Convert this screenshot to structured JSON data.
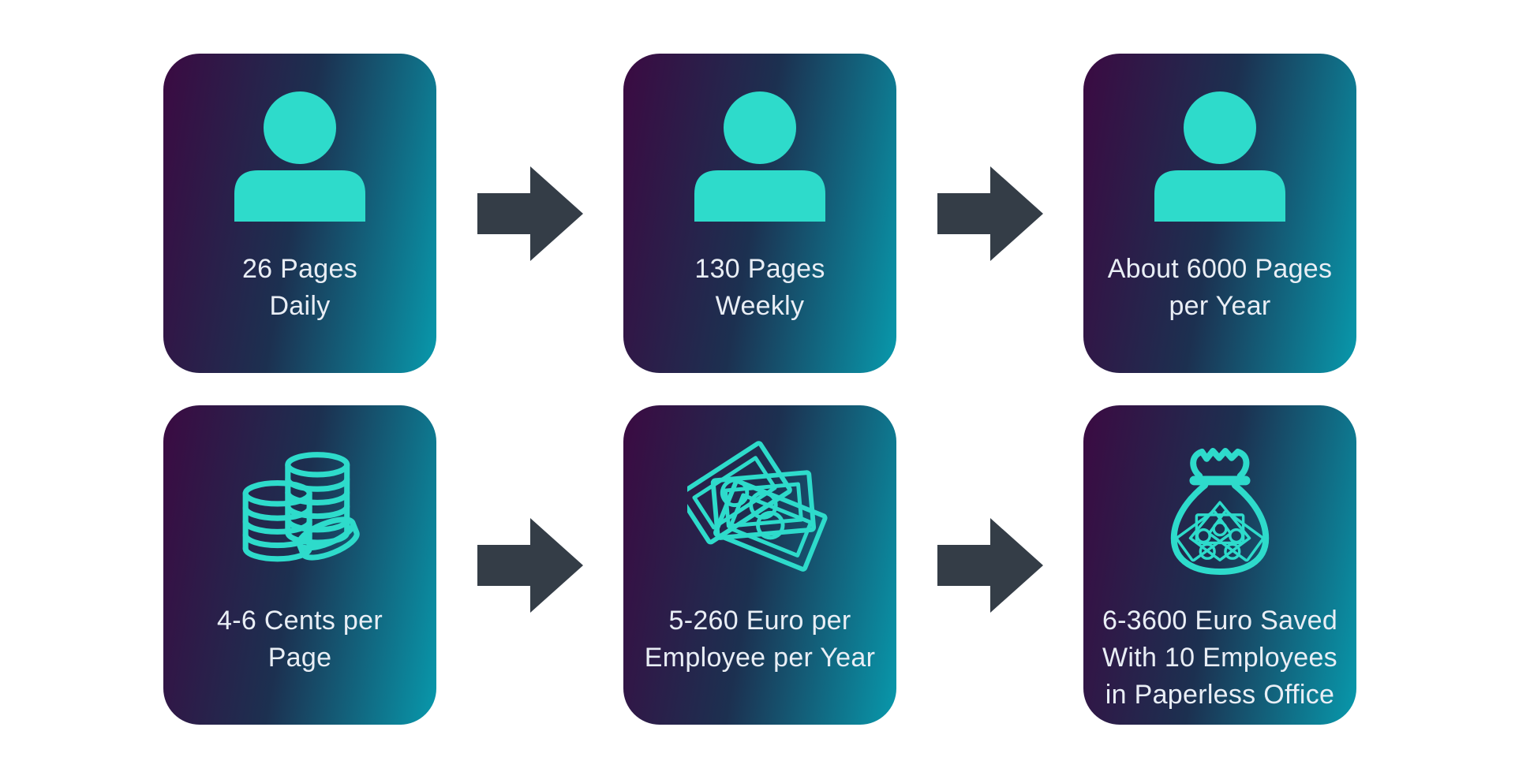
{
  "flow": {
    "rows": [
      {
        "cards": [
          {
            "icon": "person-icon",
            "lines": [
              "26 Pages",
              "Daily"
            ]
          },
          {
            "icon": "person-icon",
            "lines": [
              "130 Pages",
              "Weekly"
            ]
          },
          {
            "icon": "person-icon",
            "lines": [
              "About 6000 Pages",
              "per Year"
            ]
          }
        ]
      },
      {
        "cards": [
          {
            "icon": "coins-icon",
            "lines": [
              "4-6 Cents per",
              "Page"
            ]
          },
          {
            "icon": "money-bills-icon",
            "lines": [
              "5-260 Euro per",
              "Employee per Year"
            ]
          },
          {
            "icon": "money-bag-icon",
            "lines": [
              "6-3600 Euro Saved",
              "With 10 Employees",
              "in Paperless Office"
            ]
          }
        ]
      }
    ]
  },
  "colors": {
    "background": "#ffffff",
    "card_gradient_start": "#3b0a42",
    "card_gradient_end": "#0899ac",
    "icon_teal": "#2edbcb",
    "arrow_dark": "#343d47",
    "text_light": "#e9eef5"
  }
}
